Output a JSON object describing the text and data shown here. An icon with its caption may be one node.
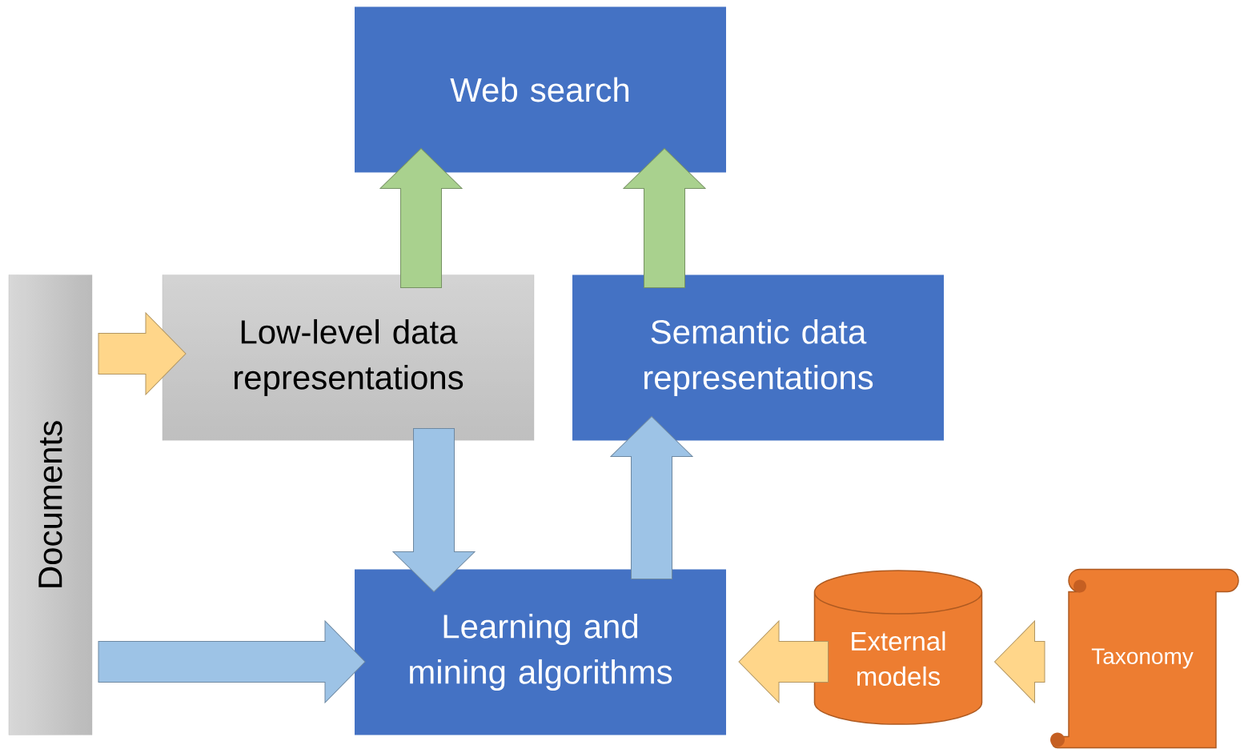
{
  "diagram": {
    "nodes": [
      {
        "text": [
          "Web search"
        ]
      },
      {
        "text": [
          "Documents"
        ]
      },
      {
        "text": [
          "Low-level data representations"
        ]
      },
      {
        "text": [
          "Semantic data representations"
        ]
      },
      {
        "text": [
          "Learning and mining algorithms"
        ]
      },
      {
        "text": [
          "External models"
        ]
      },
      {
        "text": [
          "Taxonomy"
        ]
      }
    ],
    "edges": [
      {
        "from": 2,
        "to": 0,
        "arrow": "to",
        "color": "#a9d18e"
      },
      {
        "from": 3,
        "to": 0,
        "arrow": "to",
        "color": "#a9d18e"
      },
      {
        "from": 1,
        "to": 2,
        "arrow": "to",
        "color": "#ffd68a"
      },
      {
        "from": 2,
        "to": 4,
        "arrow": "to",
        "color": "#9dc3e6"
      },
      {
        "from": 4,
        "to": 3,
        "arrow": "to",
        "color": "#9dc3e6"
      },
      {
        "from": 1,
        "to": 4,
        "arrow": "to",
        "color": "#9dc3e6"
      },
      {
        "from": 5,
        "to": 4,
        "arrow": "to",
        "color": "#ffd68a"
      },
      {
        "from": 6,
        "to": 5,
        "arrow": "to",
        "color": "#ffd68a"
      }
    ]
  }
}
